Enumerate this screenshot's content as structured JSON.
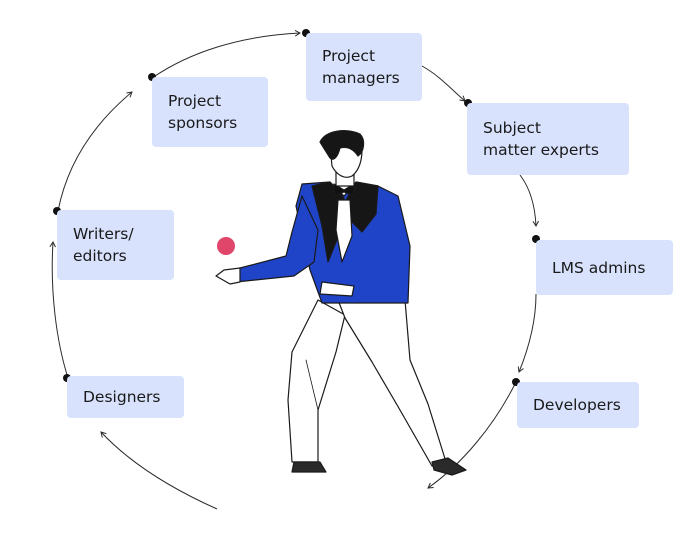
{
  "roles": [
    {
      "id": "project-managers",
      "label": "Project\nmanagers"
    },
    {
      "id": "subject-matter-experts",
      "label": "Subject\nmatter experts"
    },
    {
      "id": "lms-admins",
      "label": "LMS admins"
    },
    {
      "id": "developers",
      "label": "Developers"
    },
    {
      "id": "designers",
      "label": "Designers"
    },
    {
      "id": "writers-editors",
      "label": "Writers/\neditors"
    },
    {
      "id": "project-sponsors",
      "label": "Project\nsponsors"
    }
  ],
  "colors": {
    "box_fill": "#d8e2fd",
    "text": "#1a1a1a",
    "line": "#2b2b2b",
    "jacket": "#1f44c7",
    "lapel": "#161616",
    "ball": "#e0456a"
  },
  "icons": {
    "figure": "juggling-man-in-tuxedo-illustration",
    "ball": "red-ball-icon"
  }
}
